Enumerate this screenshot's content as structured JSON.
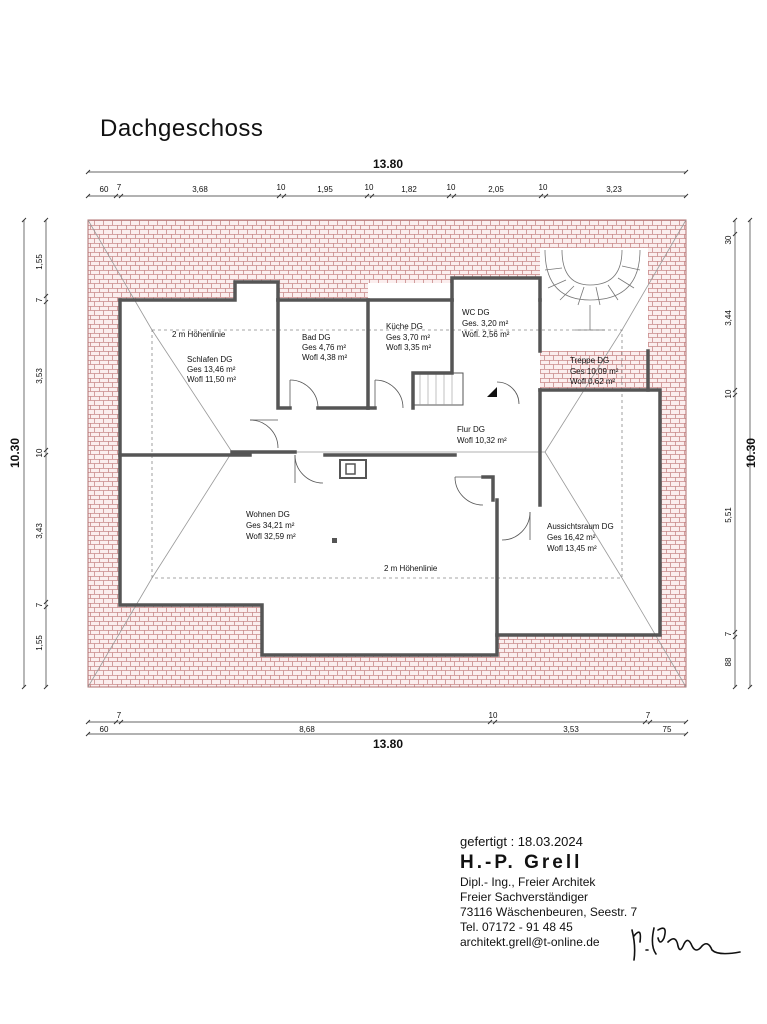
{
  "title": "Dachgeschoss",
  "dimensions": {
    "top_total": "13.80",
    "top_segments": [
      "60",
      "7",
      "3,68",
      "10",
      "1,95",
      "10",
      "1,82",
      "10",
      "2,05",
      "10",
      "3,23"
    ],
    "bottom_total": "13.80",
    "bottom_segments": [
      "60",
      "7",
      "8,68",
      "10",
      "3,53",
      "7",
      "75"
    ],
    "left_total": "10.30",
    "left_segments": [
      "1,55",
      "7",
      "3,53",
      "10",
      "3,43",
      "7",
      "1,55"
    ],
    "right_total": "10.30",
    "right_segments": [
      "30",
      "3,44",
      "10",
      "5,51",
      "7",
      "88"
    ]
  },
  "rooms": [
    {
      "name": "Schlafen DG",
      "ges": "Ges   13,46 m²",
      "wofl": "Wofl  11,50 m²"
    },
    {
      "name": "Bad DG",
      "ges": "Ges  4,76 m²",
      "wofl": "Wofl  4,38 m²"
    },
    {
      "name": "Küche DG",
      "ges": "Ges  3,70 m²",
      "wofl": "Wofl  3,35 m²"
    },
    {
      "name": "WC DG",
      "ges": "Ges.  3,20 m²",
      "wofl": "Wofl.  2,56 m²"
    },
    {
      "name": "Treppe DG",
      "ges": "Ges  10,09 m²",
      "wofl": "Wofl  0,62 m²"
    },
    {
      "name": "Flur DG",
      "ges": "",
      "wofl": "Wofl  10,32 m²"
    },
    {
      "name": "Wohnen DG",
      "ges": "Ges  34,21 m²",
      "wofl": "Wofl  32,59 m²"
    },
    {
      "name": "Aussichtsraum DG",
      "ges": "Ges  16,42 m²",
      "wofl": "Wofl  13,45 m²"
    }
  ],
  "annotations": {
    "hoehenlinie_top": "2 m Höhenlinie",
    "hoehenlinie_bottom": "2 m Höhenlinie"
  },
  "title_block": {
    "date": "gefertigt : 18.03.2024",
    "name": "H.-P. Grell",
    "line1": "Dipl.- Ing., Freier Architek",
    "line2": "Freier Sachverständiger",
    "line3": "73116 Wäschenbeuren, Seestr. 7",
    "line4": "Tel. 07172 - 91 48 45",
    "line5": "architekt.grell@t-online.de"
  },
  "colors": {
    "roof_tile": "#c98a8a",
    "wall": "#555555"
  }
}
